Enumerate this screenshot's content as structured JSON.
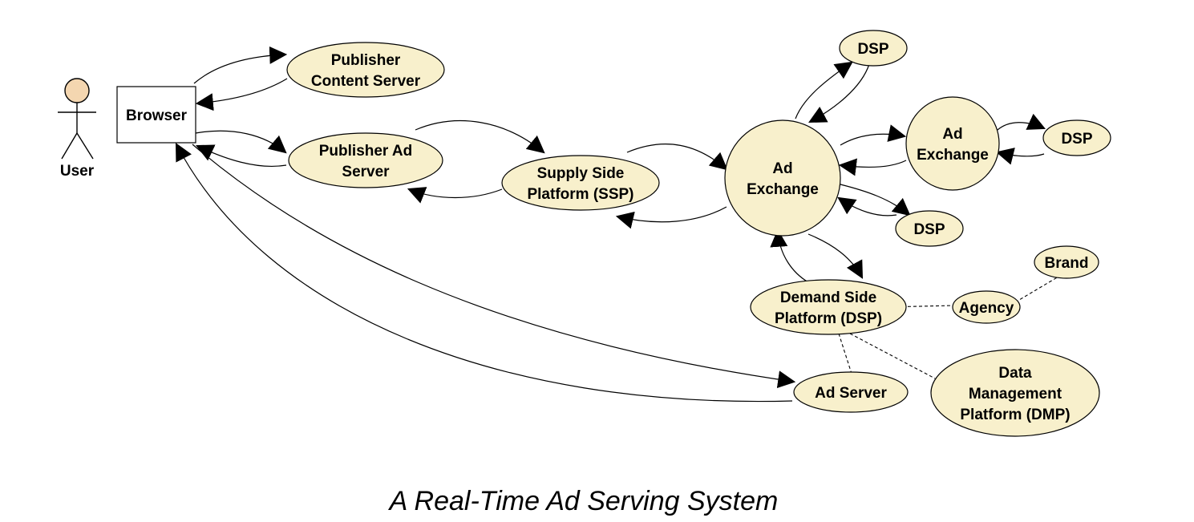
{
  "colors": {
    "node_fill": "#f8f0cc",
    "head_fill": "#f4d6b0",
    "stroke": "#000000",
    "background": "#ffffff"
  },
  "user": {
    "label": "User"
  },
  "browser": {
    "label": "Browser"
  },
  "nodes": {
    "publisher_content_server": [
      "Publisher",
      "Content Server"
    ],
    "publisher_ad_server": [
      "Publisher Ad",
      "Server"
    ],
    "ssp": [
      "Supply Side",
      "Platform (SSP)"
    ],
    "ad_exchange_main": [
      "Ad",
      "Exchange"
    ],
    "ad_exchange_secondary": [
      "Ad",
      "Exchange"
    ],
    "dsp_top": [
      "DSP"
    ],
    "dsp_right": [
      "DSP"
    ],
    "dsp_lower": [
      "DSP"
    ],
    "demand_side_platform": [
      "Demand Side",
      "Platform (DSP)"
    ],
    "agency": [
      "Agency"
    ],
    "brand": [
      "Brand"
    ],
    "ad_server": [
      "Ad Server"
    ],
    "dmp": [
      "Data",
      "Management",
      "Platform (DMP)"
    ]
  },
  "caption": "A Real-Time Ad Serving System"
}
